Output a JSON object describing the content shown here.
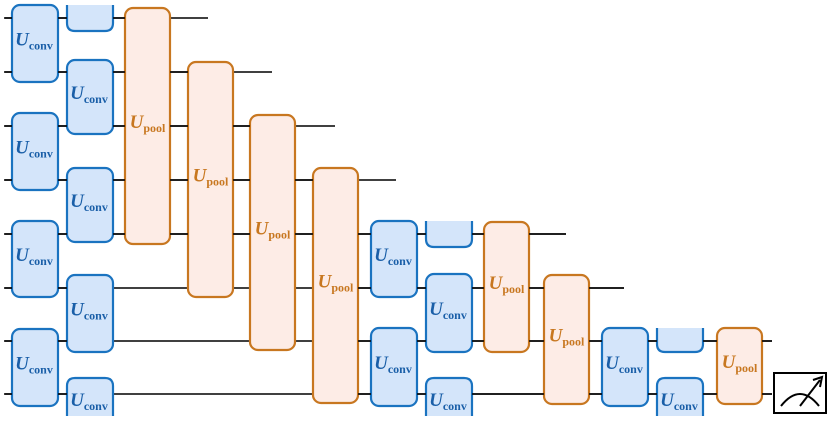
{
  "labels": {
    "conv": {
      "main": "U",
      "sub": "conv"
    },
    "pool": {
      "main": "U",
      "sub": "pool"
    }
  },
  "colors": {
    "conv_fill": "#d4e5fa",
    "conv_stroke": "#1a73c0",
    "conv_text": "#1a5fa8",
    "pool_fill": "#fdece6",
    "pool_stroke": "#c87720",
    "pool_text": "#c87720",
    "wire": "#000000"
  },
  "icons": {
    "measurement": "measurement-meter-icon"
  }
}
